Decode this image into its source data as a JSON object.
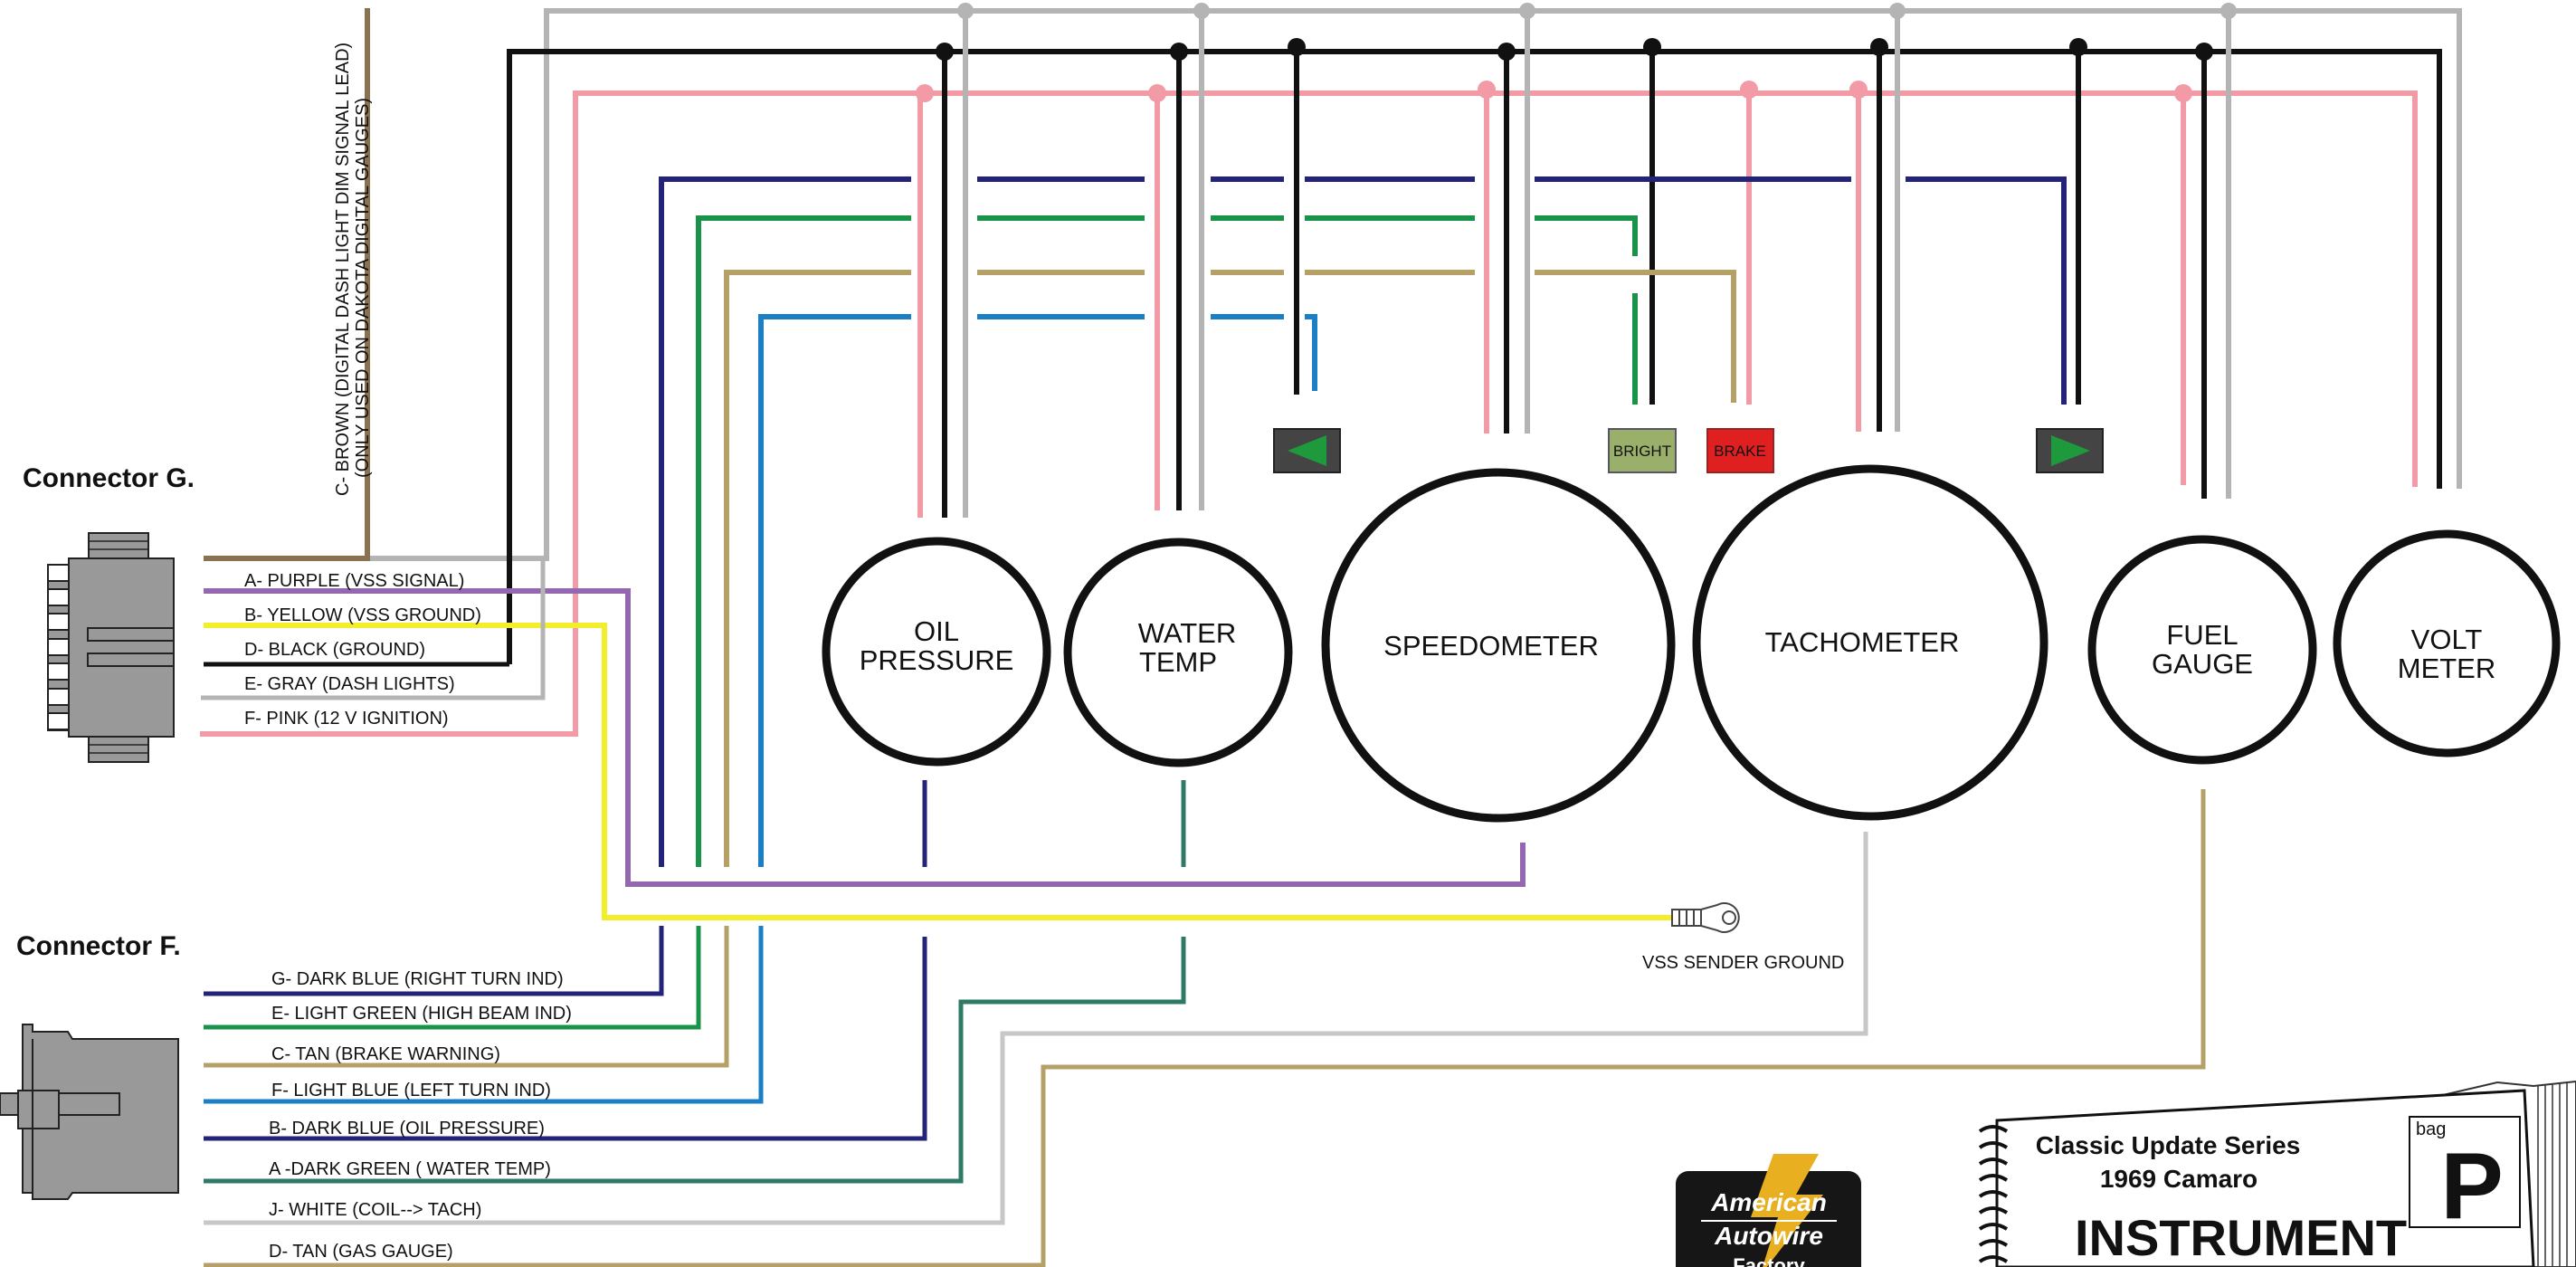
{
  "connectors": {
    "g_title": "Connector G.",
    "f_title": "Connector F.",
    "g_pins": [
      "A- PURPLE (VSS SIGNAL)",
      "B- YELLOW (VSS GROUND)",
      "D- BLACK (GROUND)",
      "E- GRAY (DASH LIGHTS)",
      "F- PINK (12 V IGNITION)"
    ],
    "brown_lead_line1": "C- BROWN (DIGITAL DASH LIGHT DIM SIGNAL LEAD)",
    "brown_lead_line2": "(ONLY USED ON DAKOTA DIGITAL GAUGES)",
    "f_pins": [
      "G- DARK BLUE (RIGHT TURN IND)",
      "E- LIGHT GREEN (HIGH BEAM IND)",
      "C- TAN (BRAKE WARNING)",
      "F- LIGHT BLUE (LEFT TURN IND)",
      "B- DARK BLUE (OIL PRESSURE)",
      "A -DARK GREEN ( WATER TEMP)",
      "J- WHITE (COIL--> TACH)",
      "D- TAN (GAS GAUGE)"
    ]
  },
  "gauges": {
    "oil_line1": "OIL",
    "oil_line2": "PRESSURE",
    "water_line1": "WATER",
    "water_line2": "TEMP",
    "speedometer": "SPEEDOMETER",
    "tachometer": "TACHOMETER",
    "fuel_line1": "FUEL",
    "fuel_line2": "GAUGE",
    "volt_line1": "VOLT",
    "volt_line2": "METER"
  },
  "indicators": {
    "bright": "BRIGHT",
    "brake": "BRAKE",
    "bright_color": "#9aaf6a",
    "brake_color": "#e02020",
    "turn_arrow_color": "#1e9a3c"
  },
  "vss_sender": "VSS SENDER GROUND",
  "title_block": {
    "series": "Classic Update Series",
    "model": "1969 Camaro",
    "heading": "INSTRUMENT",
    "bag_label": "bag",
    "bag_letter": "P"
  },
  "logo": {
    "line1": "American",
    "line2": "Autowire",
    "line3": "Factory"
  },
  "colors": {
    "gray": "#b4b4b4",
    "black": "#111111",
    "pink": "#f29ba6",
    "navy": "#23237a",
    "green": "#19934a",
    "tan": "#b5a068",
    "light_blue": "#1a7fc4",
    "purple": "#9567b0",
    "yellow": "#f2ee2a",
    "brown": "#8a7250",
    "dark_green": "#2f7a66",
    "white_wire": "#c7c7c7"
  }
}
